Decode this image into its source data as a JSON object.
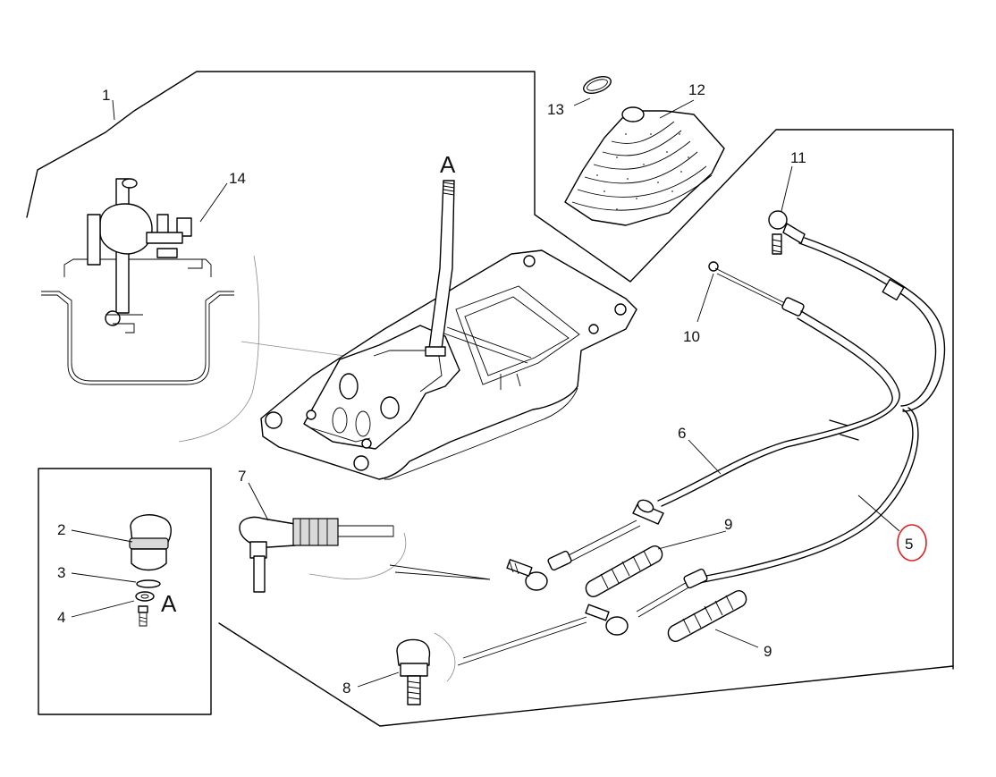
{
  "callouts": {
    "c1": "1",
    "c2": "2",
    "c3": "3",
    "c4": "4",
    "c5": "5",
    "c6": "6",
    "c7": "7",
    "c8": "8",
    "c9a": "9",
    "c9b": "9",
    "c10": "10",
    "c11": "11",
    "c12": "12",
    "c13": "13",
    "c14": "14"
  },
  "markers": {
    "a_top": "A",
    "a_inset": "A"
  },
  "colors": {
    "line": "#000000",
    "highlight": "#d22222",
    "background": "#ffffff"
  }
}
